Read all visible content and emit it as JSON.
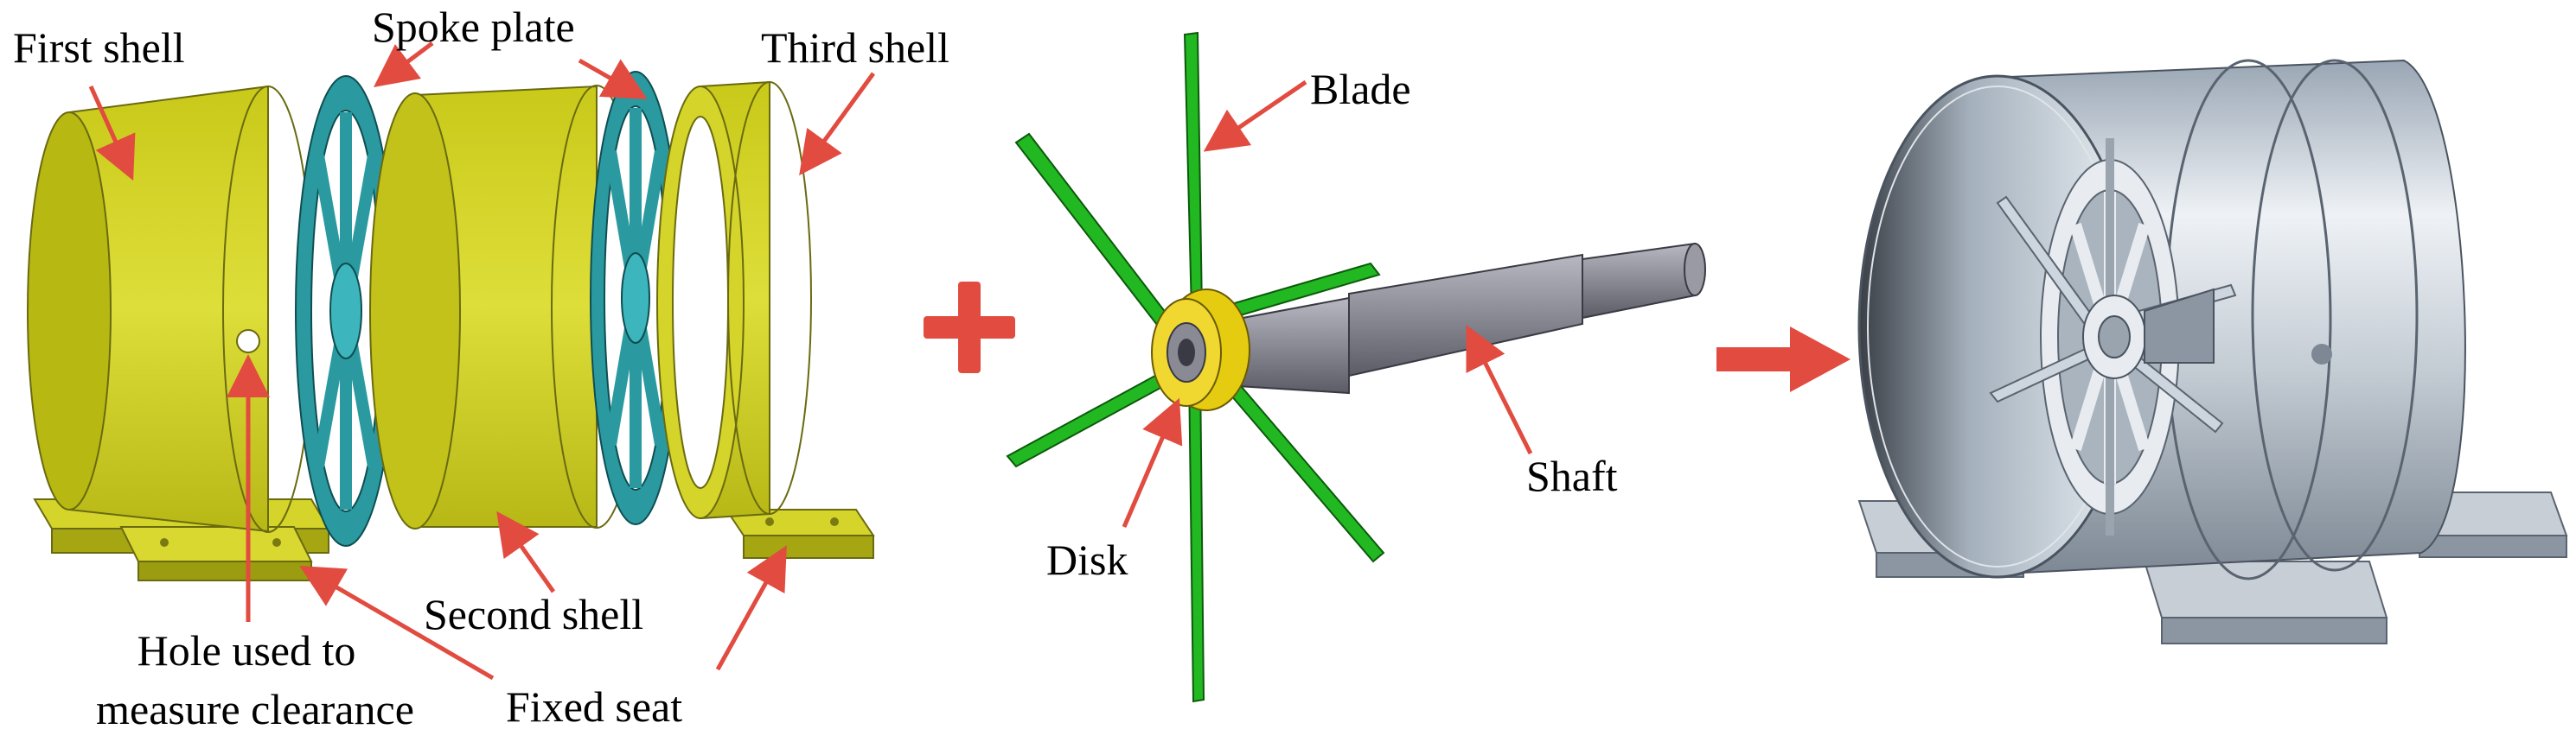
{
  "labels": {
    "first_shell": "First shell",
    "spoke_plate": "Spoke plate",
    "third_shell": "Third shell",
    "second_shell": "Second shell",
    "hole_line1": "Hole used to",
    "hole_line2": "measure clearance",
    "fixed_seat": "Fixed seat",
    "blade": "Blade",
    "shaft": "Shaft",
    "disk": "Disk"
  },
  "colors": {
    "shell_yellow": "#d4d42a",
    "spoke_teal": "#2a9aa0",
    "blade_green": "#22b822",
    "shaft_gray": "#8a8a94",
    "disk_yellow": "#e6cc10",
    "arrow_red": "#e24b3f",
    "metal": "#c8ced6"
  },
  "icons": {
    "plus": "plus-icon",
    "arrow": "right-arrow-icon"
  }
}
